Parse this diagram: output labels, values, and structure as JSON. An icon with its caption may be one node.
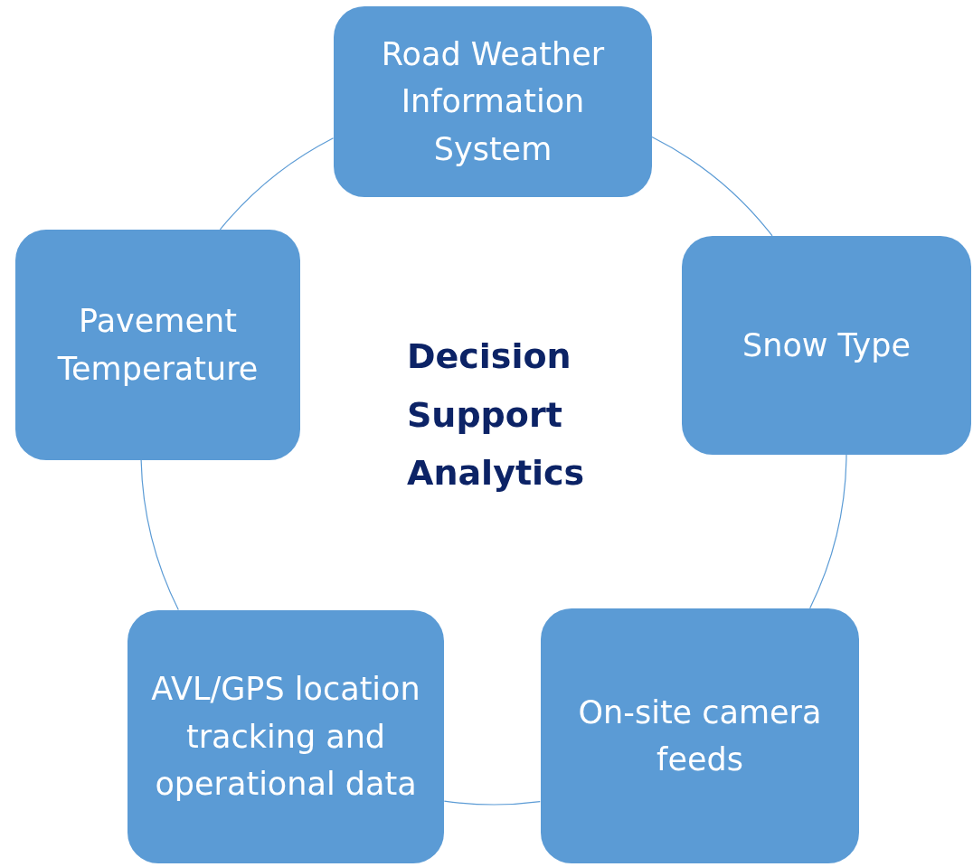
{
  "diagram": {
    "nodes": [
      {
        "text": [
          "Road Weather Information System"
        ]
      },
      {
        "text": [
          "Snow Type"
        ]
      },
      {
        "text": [
          "On-site camera feeds"
        ]
      },
      {
        "text": [
          "AVL/GPS location tracking and operational data"
        ]
      },
      {
        "text": [
          "Pavement Temperature"
        ]
      }
    ],
    "edges": [
      {
        "from": 0,
        "to": 1,
        "arrow": "none"
      },
      {
        "from": 1,
        "to": 2,
        "arrow": "none"
      },
      {
        "from": 2,
        "to": 3,
        "arrow": "none"
      },
      {
        "from": 3,
        "to": 4,
        "arrow": "none"
      },
      {
        "from": 4,
        "to": 0,
        "arrow": "none"
      }
    ],
    "labels": [
      "Decision Support Analytics"
    ]
  }
}
